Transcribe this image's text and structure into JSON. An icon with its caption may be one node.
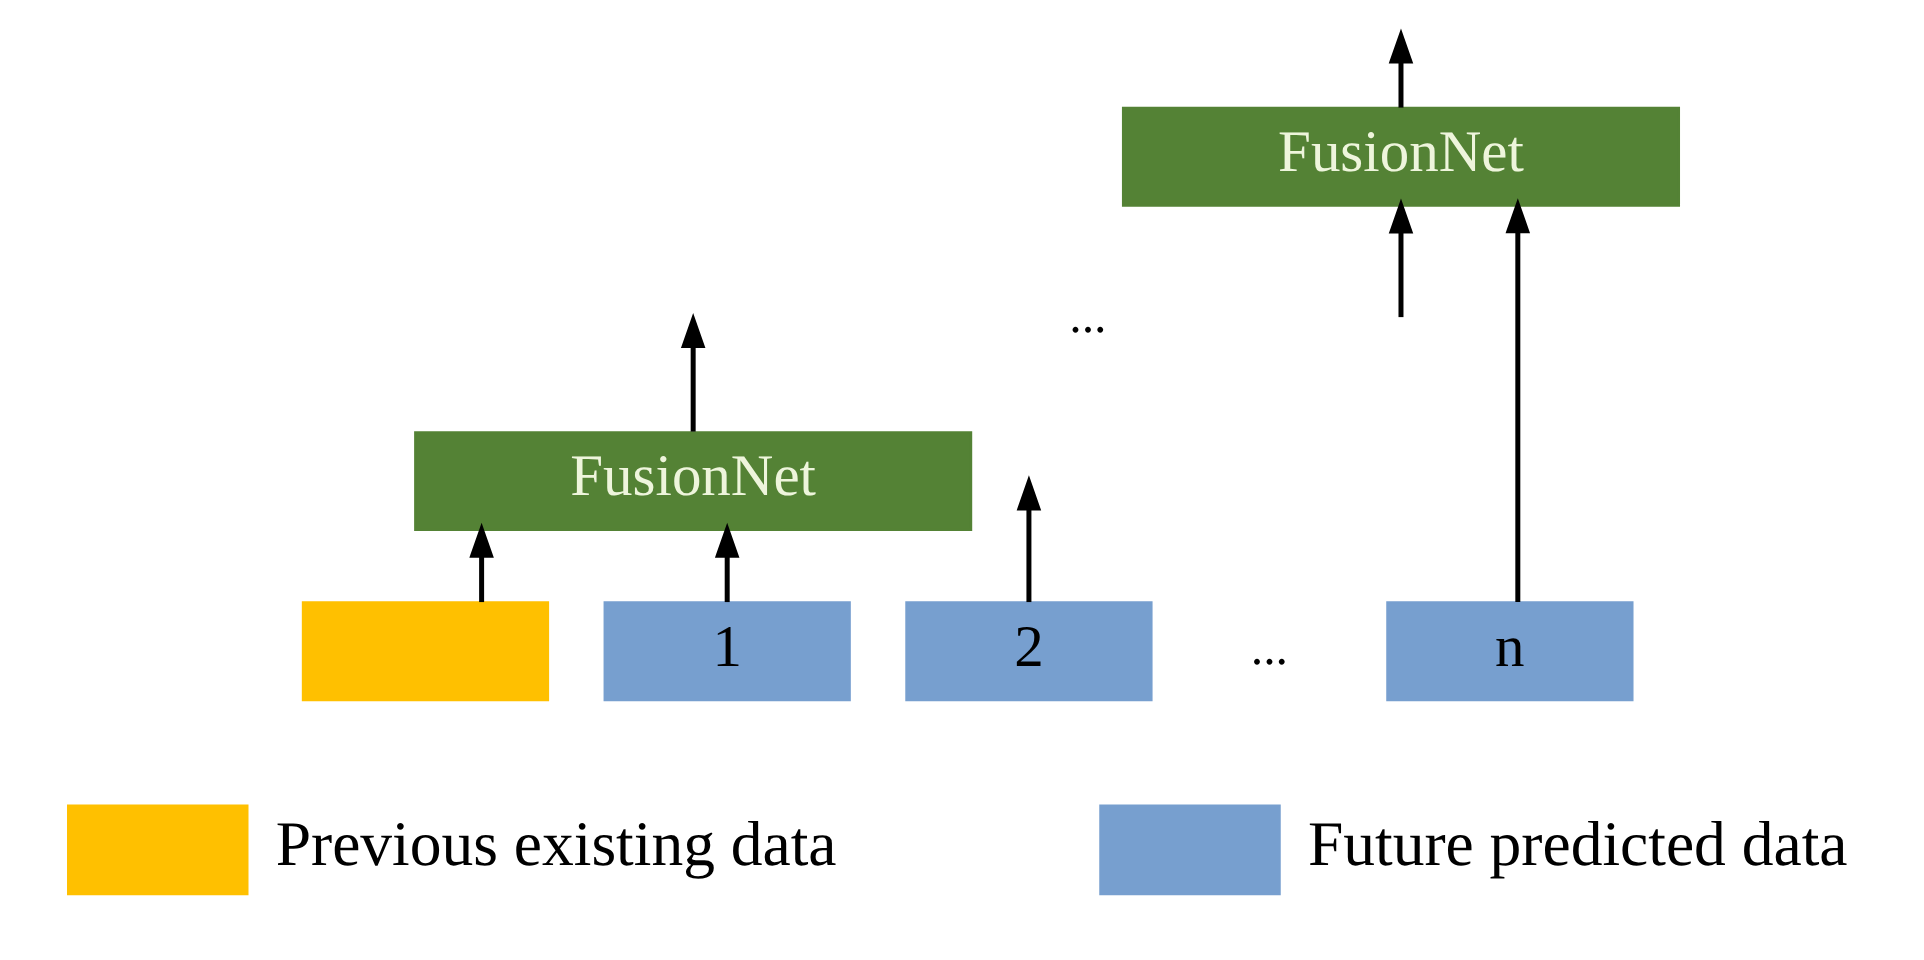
{
  "diagram": {
    "nodes": [
      {
        "text": [
          "FusionNet"
        ]
      },
      {
        "text": [
          "FusionNet"
        ]
      },
      {
        "text": [],
        "shape": "box"
      },
      {
        "text": [
          "1"
        ]
      },
      {
        "text": [
          "2"
        ]
      },
      {
        "text": [
          "n"
        ]
      }
    ],
    "edges": [
      {
        "from": null,
        "to": 0,
        "arrow": "to"
      },
      {
        "from": 0,
        "to": null,
        "arrow": "to"
      },
      {
        "from": 5,
        "to": 0,
        "arrow": "to"
      },
      {
        "from": 1,
        "to": null,
        "arrow": "to"
      },
      {
        "from": 2,
        "to": 1,
        "arrow": "to"
      },
      {
        "from": 3,
        "to": 1,
        "arrow": "to"
      },
      {
        "from": 4,
        "to": null,
        "arrow": "to"
      }
    ],
    "labels": [
      "...",
      "..."
    ],
    "legend": [
      {
        "text": "Previous existing data",
        "color": "#ffc000"
      },
      {
        "text": "Future predicted data",
        "color": "#779fcf"
      }
    ]
  }
}
